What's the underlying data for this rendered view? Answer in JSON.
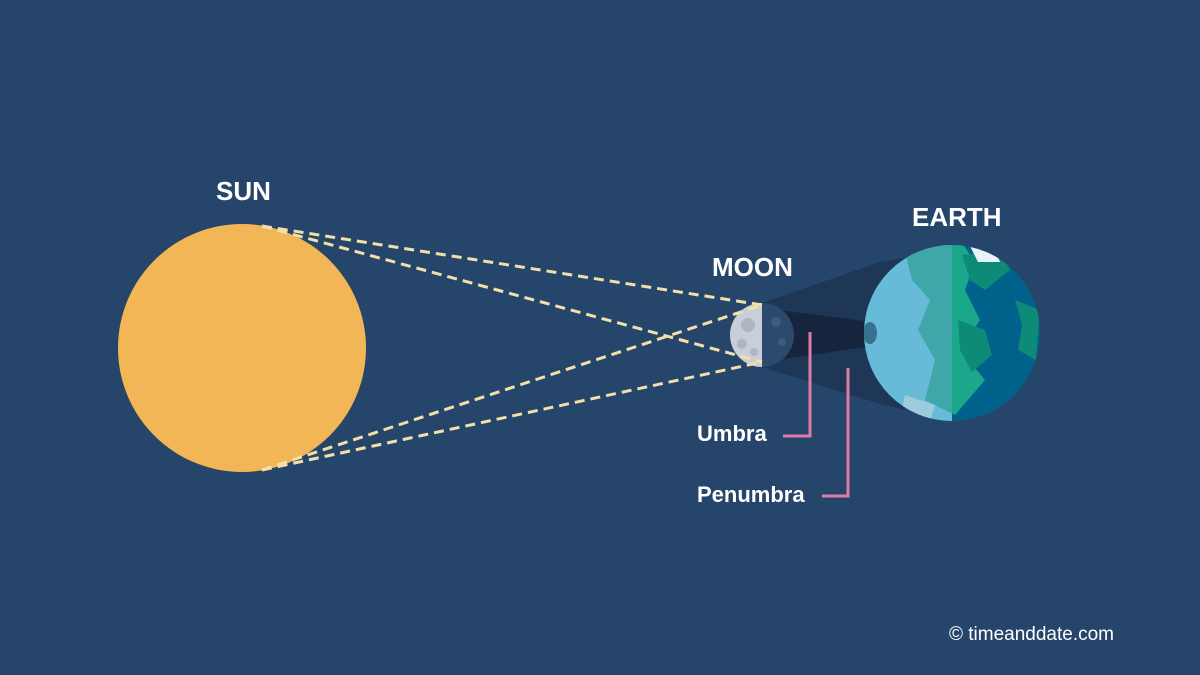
{
  "labels": {
    "sun": "SUN",
    "moon": "MOON",
    "earth": "EARTH",
    "umbra": "Umbra",
    "penumbra": "Penumbra"
  },
  "credit": "© timeanddate.com",
  "colors": {
    "background": "#26456b",
    "sun": "#f2b656",
    "ray": "#f5dfa8",
    "umbra_shadow": "#16243d",
    "penumbra_shadow": "#1f3553",
    "leader_line": "#e07aa9",
    "earth_ocean_light": "#5ea7c4",
    "earth_ocean_dark": "#00628a",
    "earth_land_light": "#1aa78b",
    "earth_land_dark": "#0d8a78",
    "moon_lit": "#c9cfd8",
    "moon_dark": "#8c96a6"
  },
  "icons": {
    "sun": "sun-disc",
    "moon": "moon-half-lit",
    "earth": "earth-globe-half-lit"
  }
}
